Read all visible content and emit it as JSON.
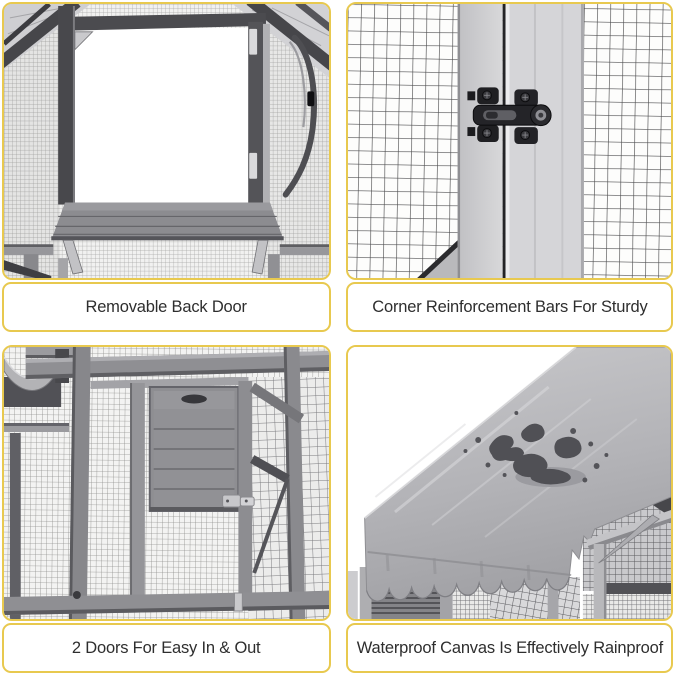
{
  "page": {
    "background_color": "#ffffff",
    "card_border_color": "#e8c94f",
    "caption_text_color": "#2e2e2e"
  },
  "cards": [
    {
      "id": "removable-back-door",
      "caption": "Removable Back Door"
    },
    {
      "id": "corner-reinforcement",
      "caption": "Corner Reinforcement Bars For Sturdy"
    },
    {
      "id": "two-doors",
      "caption": "2 Doors For Easy In & Out"
    },
    {
      "id": "waterproof-canvas",
      "caption": "Waterproof Canvas Is Effectively Rainproof"
    }
  ]
}
